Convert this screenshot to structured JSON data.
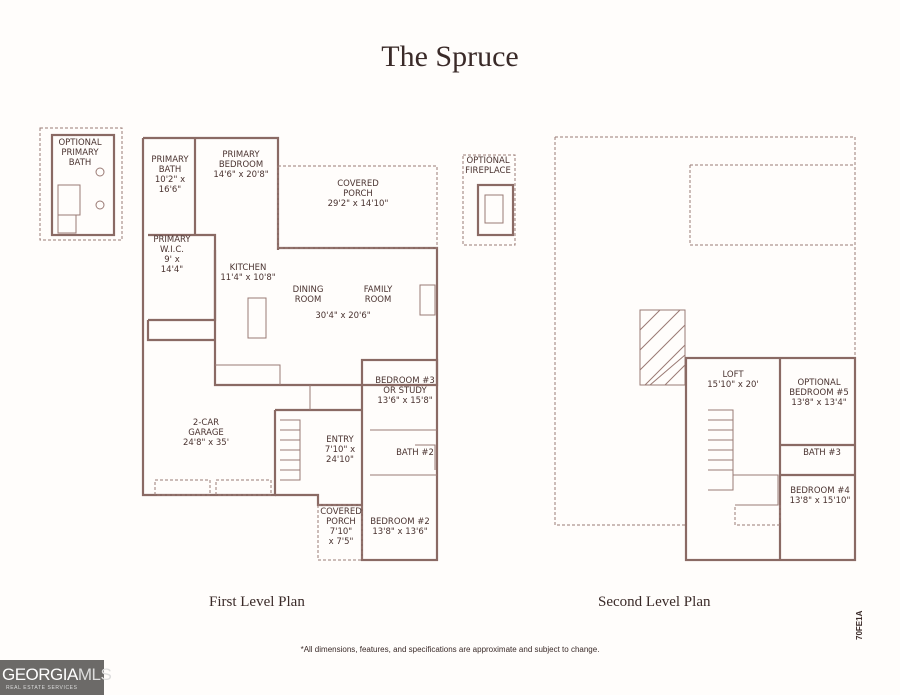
{
  "title": "The Spruce",
  "first_level": {
    "caption": "First Level Plan",
    "rooms": [
      {
        "name": "OPTIONAL PRIMARY BATH",
        "lines": [
          "OPTIONAL",
          "PRIMARY",
          "BATH"
        ]
      },
      {
        "name": "PRIMARY BATH",
        "lines": [
          "PRIMARY",
          "BATH",
          "10'2\" x",
          "16'6\""
        ]
      },
      {
        "name": "PRIMARY BEDROOM",
        "lines": [
          "PRIMARY",
          "BEDROOM",
          "14'6\" x 20'8\""
        ]
      },
      {
        "name": "COVERED PORCH",
        "lines": [
          "COVERED",
          "PORCH",
          "29'2\" x 14'10\""
        ]
      },
      {
        "name": "OPTIONAL FIREPLACE",
        "lines": [
          "OPTIONAL",
          "FIREPLACE"
        ]
      },
      {
        "name": "PRIMARY W.I.C.",
        "lines": [
          "PRIMARY",
          "W.I.C.",
          "9' x",
          "14'4\""
        ]
      },
      {
        "name": "KITCHEN",
        "lines": [
          "KITCHEN",
          "11'4\" x 10'8\""
        ]
      },
      {
        "name": "DINING ROOM / FAMILY ROOM",
        "lines": [
          "DINING",
          "ROOM",
          "FAMILY",
          "ROOM",
          "30'4\" x 20'6\""
        ]
      },
      {
        "name": "2-CAR GARAGE",
        "lines": [
          "2-CAR",
          "GARAGE",
          "24'8\" x 35'"
        ]
      },
      {
        "name": "BEDROOM #3 OR STUDY",
        "lines": [
          "BEDROOM #3",
          "OR STUDY",
          "13'6\" x 15'8\""
        ]
      },
      {
        "name": "ENTRY",
        "lines": [
          "ENTRY",
          "7'10\" x",
          "24'10\""
        ]
      },
      {
        "name": "BATH #2",
        "lines": [
          "BATH #2"
        ]
      },
      {
        "name": "COVERED PORCH",
        "lines": [
          "COVERED",
          "PORCH",
          "7'10\"",
          "x 7'5\""
        ]
      },
      {
        "name": "BEDROOM #2",
        "lines": [
          "BEDROOM #2",
          "13'8\" x 13'6\""
        ]
      }
    ]
  },
  "second_level": {
    "caption": "Second Level Plan",
    "rooms": [
      {
        "name": "LOFT",
        "lines": [
          "LOFT",
          "15'10\" x 20'"
        ]
      },
      {
        "name": "OPTIONAL BEDROOM #5",
        "lines": [
          "OPTIONAL",
          "BEDROOM #5",
          "13'8\" x 13'4\""
        ]
      },
      {
        "name": "BATH #3",
        "lines": [
          "BATH #3"
        ]
      },
      {
        "name": "BEDROOM #4",
        "lines": [
          "BEDROOM #4",
          "13'8\" x 15'10\""
        ]
      }
    ]
  },
  "disclaimer": "*All dimensions, features, and specifications are approximate and subject to change.",
  "plan_code": "70FE1A",
  "logo": {
    "main_a": "GEORGIA",
    "main_b": "MLS",
    "sub": "REAL ESTATE SERVICES"
  },
  "colors": {
    "wall": "#8a6a64",
    "background": "#fffdfb",
    "text": "#3a2a28"
  }
}
